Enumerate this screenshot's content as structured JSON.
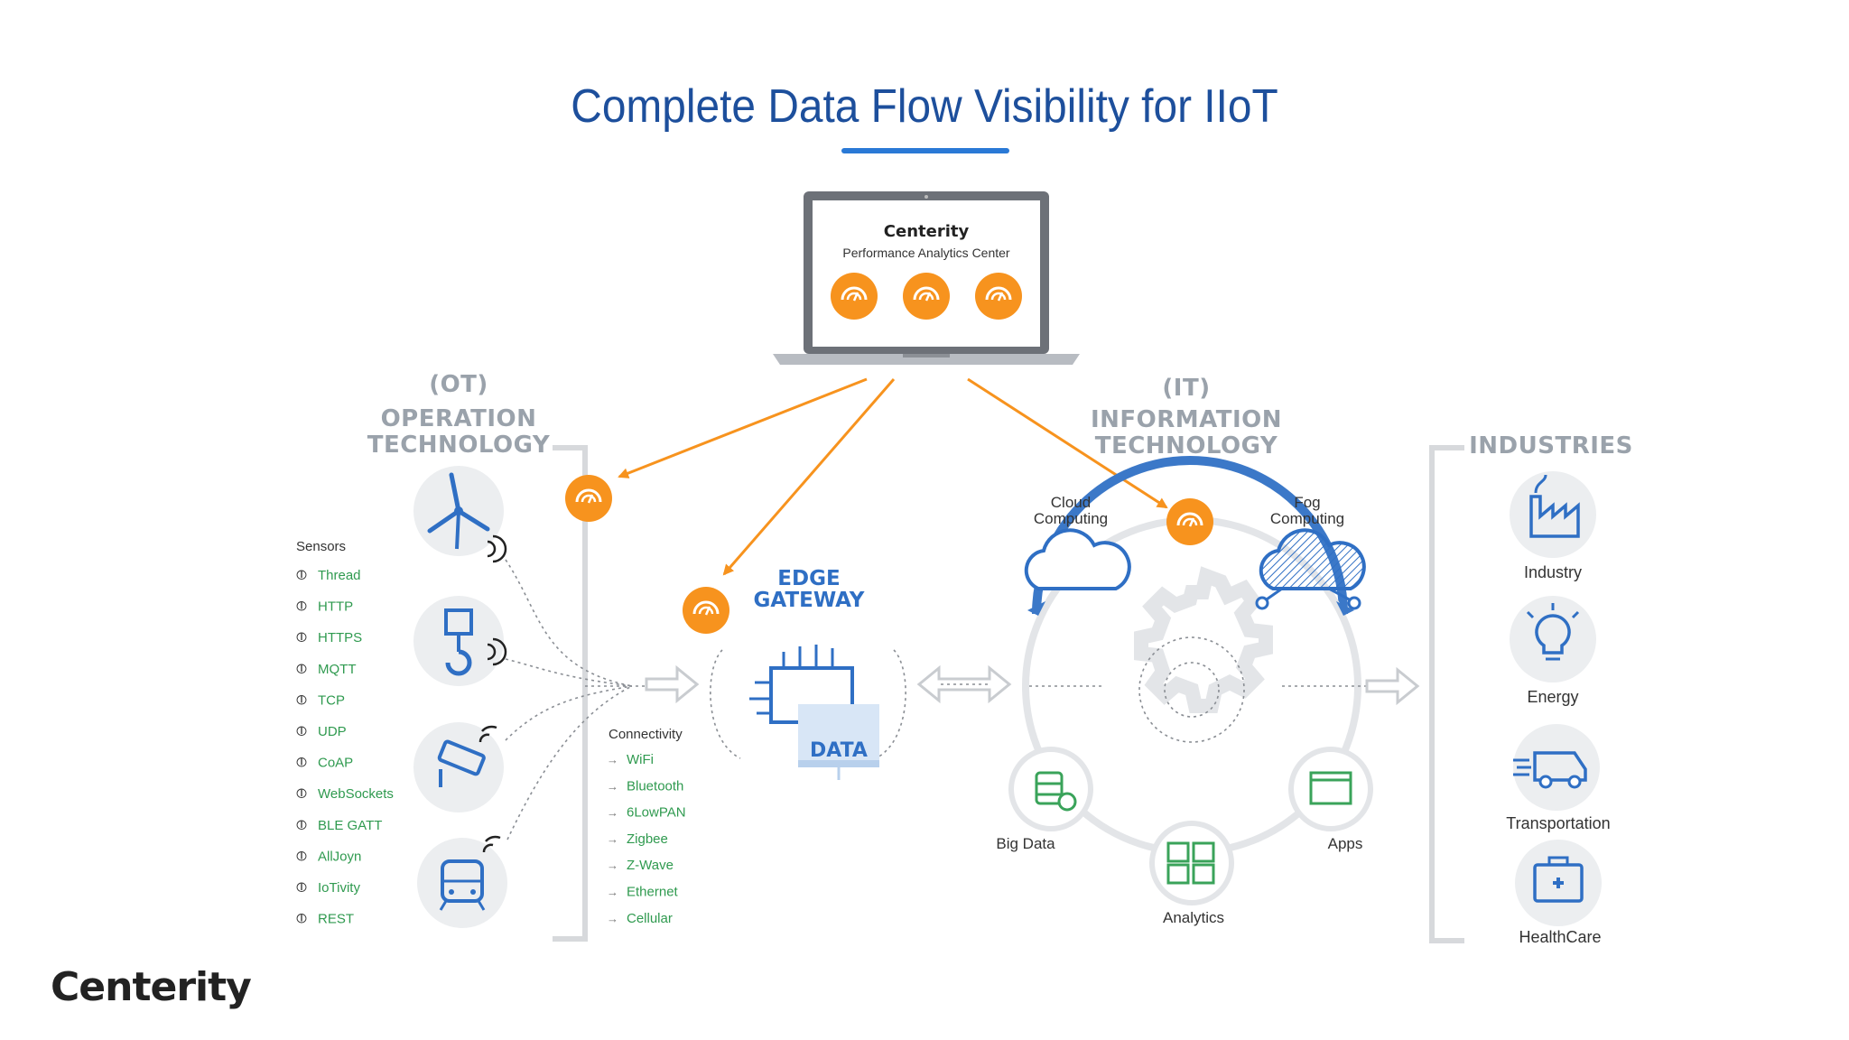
{
  "title": "Complete Data Flow Visibility for IIoT",
  "laptop": {
    "brand": "Centerity",
    "subtitle": "Performance Analytics Center"
  },
  "ot": {
    "abbr": "(OT)",
    "line1": "OPERATION",
    "line2": "TECHNOLOGY"
  },
  "it": {
    "abbr": "(IT)",
    "line1": "INFORMATION",
    "line2": "TECHNOLOGY"
  },
  "industries": {
    "header": "INDUSTRIES",
    "items": [
      "Industry",
      "Energy",
      "Transportation",
      "HealthCare"
    ]
  },
  "sensors": {
    "header": "Sensors",
    "protocols": [
      "Thread",
      "HTTP",
      "HTTPS",
      "MQTT",
      "TCP",
      "UDP",
      "CoAP",
      "WebSockets",
      "BLE GATT",
      "AllJoyn",
      "IoTivity",
      "REST"
    ]
  },
  "edge": {
    "line1": "EDGE",
    "line2": "GATEWAY",
    "data_label": "DATA"
  },
  "connectivity": {
    "header": "Connectivity",
    "items": [
      "WiFi",
      "Bluetooth",
      "6LowPAN",
      "Zigbee",
      "Z-Wave",
      "Ethernet",
      "Cellular"
    ]
  },
  "cloud": {
    "cloud_line1": "Cloud",
    "cloud_line2": "Computing",
    "fog_line1": "Fog",
    "fog_line2": "Computing"
  },
  "it_nodes": {
    "big_data": "Big Data",
    "apps": "Apps",
    "analytics": "Analytics"
  },
  "footer": {
    "logo": "Centerity"
  },
  "colors": {
    "title": "#1d4f9c",
    "accent_orange": "#f7931e",
    "icon_blue": "#2f6fc4",
    "protocol_green": "#2f9a4f",
    "header_gray": "#9aa2ab",
    "node_green": "#3aa35a"
  }
}
